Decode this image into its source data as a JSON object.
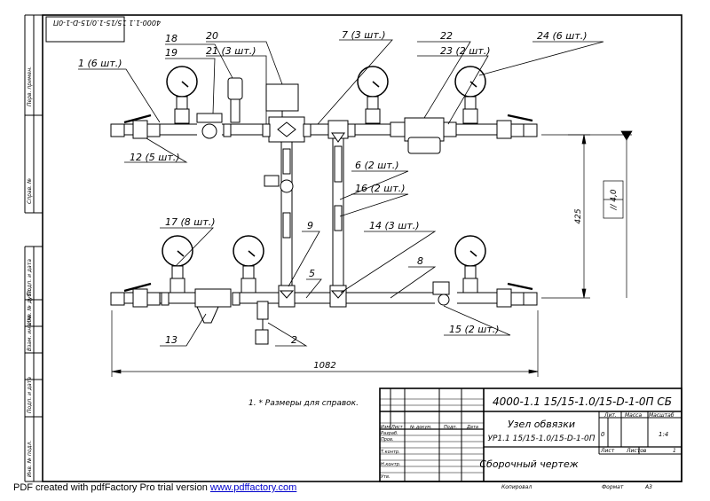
{
  "stamp_code": "4000-1.1 15/15-1.0/15-D-1-0П СБ",
  "side_stamp": {
    "code_rotated": "4000-1.1 15/15-1.0/15-D-1-0П",
    "first_use": "Перв. примен.",
    "ref_no": "Справ. №",
    "sign_date_1": "Подп. и дата",
    "inv_dupl": "Инв. № дубл.",
    "inv_instead": "Взам. инв. №",
    "sign_date_2": "Подп. и дата",
    "inv_orig": "Инв. № подл."
  },
  "callouts": {
    "c1": "1 (6 шт.)",
    "c2": "2",
    "c5": "5",
    "c6": "6 (2 шт.)",
    "c7": "7 (3 шт.)",
    "c8": "8",
    "c9": "9",
    "c12": "12 (5 шт.)",
    "c13": "13",
    "c14": "14 (3 шт.)",
    "c15": "15 (2 шт.)",
    "c16": "16 (2 шт.)",
    "c17": "17 (8 шт.)",
    "c18": "18",
    "c19": "19",
    "c20": "20",
    "c21": "21 (3 шт.)",
    "c22": "22",
    "c23": "23 (2 шт.)",
    "c24": "24 (6 шт.)"
  },
  "dimensions": {
    "width": "1082",
    "height": "425",
    "parallel_tol": "// 4,0"
  },
  "note": "1. * Размеры для справок.",
  "title_block": {
    "code": "4000-1.1 15/15-1.0/15-D-1-0П СБ",
    "title_1": "Узел обвязки",
    "title_2": "УР1.1 15/15-1.0/15-D-1-0П",
    "doc_type": "Сборочный чертеж",
    "col_izm": "Изм",
    "col_list": "Лист",
    "col_doc": "№ докум.",
    "col_sign": "Подп.",
    "col_date": "Дата",
    "row_razrab": "Разраб.",
    "row_prov": "Пров.",
    "row_tkontr": "Т.контр.",
    "row_nkontr": "Н.контр.",
    "row_utv": "Утв.",
    "lit": "Лит.",
    "mass": "Масса",
    "scale": "Масштаб",
    "scale_value": "1:4",
    "lit_value": "0",
    "sheet": "Лист",
    "sheets": "Листов",
    "sheets_value": "1",
    "copied": "Копировал",
    "format": "Формат",
    "format_value": "A3"
  },
  "footer": {
    "text": "PDF created with pdfFactory Pro trial version",
    "link": "www.pdffactory.com"
  }
}
